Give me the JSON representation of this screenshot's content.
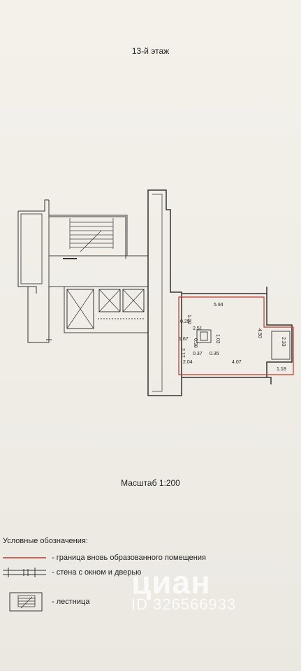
{
  "floor_title": "13-й этаж",
  "scale": "Масштаб 1:200",
  "dimensions": {
    "top_width": "5.94",
    "left_top": "1.00",
    "left_small": "0.29",
    "mid_top": "2.51",
    "left_mid": "1.67",
    "shaft_h": "0.98",
    "shaft_v": "1.02",
    "shaft_w1": "0.37",
    "shaft_w2": "0.35",
    "left_lower": "2.17",
    "bottom_left": "2.04",
    "bottom_right": "4.07",
    "right_height": "4.50",
    "balcony_h": "2.33",
    "balcony_w": "1.18"
  },
  "legend": {
    "title": "Условные обозначения:",
    "border_label": "- граница вновь образованного помещения",
    "wall_label": "- стена с окном и дверью",
    "stair_label": "- лестница",
    "border_color": "#c0392b"
  },
  "watermark": {
    "logo": "циан",
    "id": "ID 326566933"
  }
}
